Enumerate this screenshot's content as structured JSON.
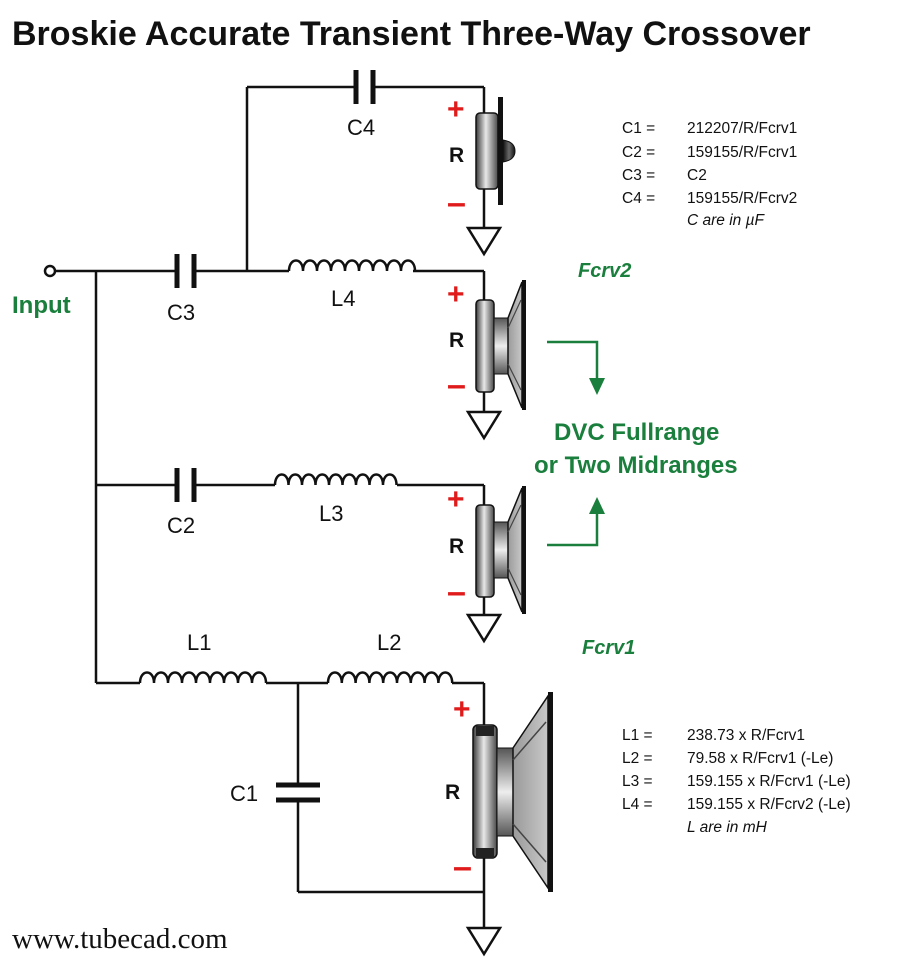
{
  "title": "Broskie Accurate Transient Three-Way Crossover",
  "input_label": "Input",
  "components": {
    "c1": "C1",
    "c2": "C2",
    "c3": "C3",
    "c4": "C4",
    "l1": "L1",
    "l2": "L2",
    "l3": "L3",
    "l4": "L4"
  },
  "driver_label": "R",
  "polarity": {
    "plus": "+",
    "minus": "–"
  },
  "fcrv2": "Fcrv2",
  "fcrv1": "Fcrv1",
  "dvc_line1": "DVC Fullrange",
  "dvc_line2": "or Two Midranges",
  "cap_equations": [
    {
      "name": "C1 =",
      "value": "212207/R/Fcrv1"
    },
    {
      "name": "C2 =",
      "value": "159155/R/Fcrv1"
    },
    {
      "name": "C3 =",
      "value": "C2"
    },
    {
      "name": "C4 =",
      "value": "159155/R/Fcrv2"
    }
  ],
  "cap_units": "C are in µF",
  "ind_equations": [
    {
      "name": "L1 =",
      "value": "238.73 x R/Fcrv1"
    },
    {
      "name": "L2 =",
      "value": "79.58 x R/Fcrv1 (-Le)"
    },
    {
      "name": "L3 =",
      "value": "159.155 x R/Fcrv1 (-Le)"
    },
    {
      "name": "L4 =",
      "value": "159.155 x R/Fcrv2 (-Le)"
    }
  ],
  "ind_units": "L are in mH",
  "website": "www.tubecad.com",
  "colors": {
    "accent_green": "#1a7f3c",
    "polarity_red": "#e01b1b"
  }
}
